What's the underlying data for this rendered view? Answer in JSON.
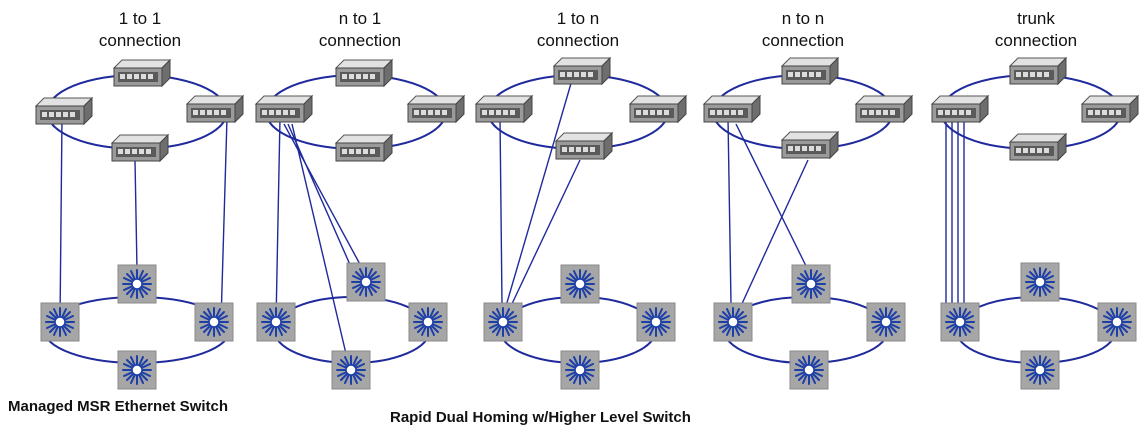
{
  "panels": [
    {
      "title_line1": "1 to 1",
      "title_line2": "connection",
      "pattern": "one-to-one"
    },
    {
      "title_line1": "n to 1",
      "title_line2": "connection",
      "pattern": "n-to-one"
    },
    {
      "title_line1": "1 to n",
      "title_line2": "connection",
      "pattern": "one-to-n"
    },
    {
      "title_line1": "n to n",
      "title_line2": "connection",
      "pattern": "n-to-n"
    },
    {
      "title_line1": "trunk",
      "title_line2": "connection",
      "pattern": "trunk"
    }
  ],
  "captions": {
    "left": "Managed MSR Ethernet Switch",
    "center": "Rapid Dual Homing w/Higher Level Switch"
  },
  "colors": {
    "link": "#1f2a9c",
    "switch_body": "#8a8a8a",
    "hub_box": "#9a9a9a",
    "hub_star": "#1c3fa8"
  },
  "icons": {
    "managed_switch": "ethernet-switch-icon",
    "higher_level_switch": "network-hub-icon"
  }
}
